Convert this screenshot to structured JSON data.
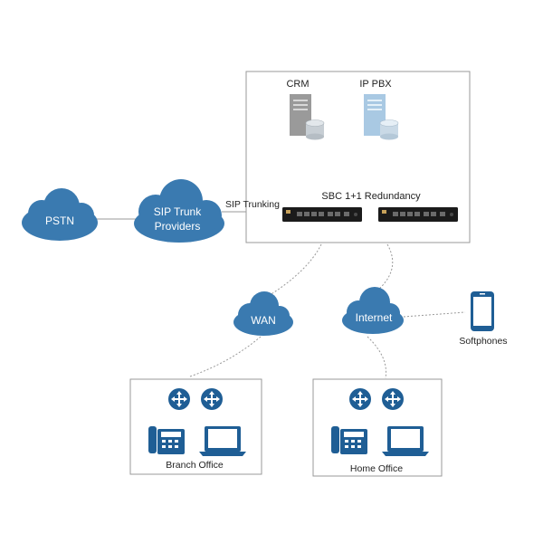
{
  "labels": {
    "crm": "CRM",
    "ip_pbx": "IP PBX",
    "sbc": "SBC 1+1 Redundancy",
    "sip_trunking": "SIP Trunking",
    "pstn": "PSTN",
    "sip_trunk_line1": "SIP Trunk",
    "sip_trunk_line2": "Providers",
    "wan": "WAN",
    "internet": "Internet",
    "softphones": "Softphones",
    "branch_office": "Branch Office",
    "home_office": "Home Office"
  },
  "icons": {
    "cloud": "cloud-icon",
    "server": "server-icon",
    "database": "database-icon",
    "sbc_appliance": "sbc-appliance-icon",
    "router": "router-icon",
    "desk_phone": "desk-phone-icon",
    "laptop": "laptop-icon",
    "smartphone": "smartphone-icon"
  },
  "colors": {
    "cloud": "#3a7ab0",
    "cloud_text": "#ffffff",
    "router": "#1f5e95",
    "device": "#1f5e95",
    "crm_server": "#9a9a9a",
    "pbx_server": "#a9c9e3",
    "database": "#cfd8df",
    "sbc": "#1b1b1b",
    "box_border": "#9a9a9a",
    "text": "#222222"
  }
}
